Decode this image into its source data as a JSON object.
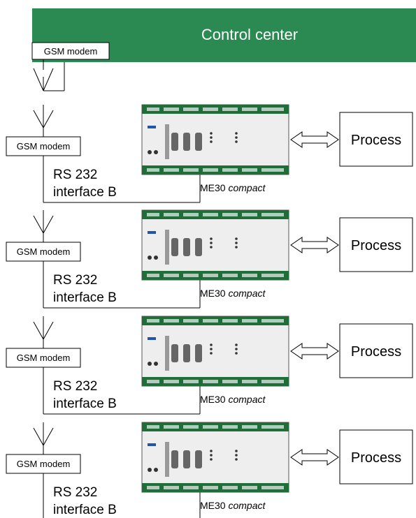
{
  "control_center": {
    "title": "Control center",
    "modem_label": "GSM modem",
    "color": "#2a8a52"
  },
  "stations": [
    {
      "modem_label": "GSM modem",
      "interface_line1": "RS 232",
      "interface_line2": "interface B",
      "device_name": "ME30",
      "device_suffix": "compact",
      "process_label": "Process"
    },
    {
      "modem_label": "GSM modem",
      "interface_line1": "RS 232",
      "interface_line2": "interface B",
      "device_name": "ME30",
      "device_suffix": "compact",
      "process_label": "Process"
    },
    {
      "modem_label": "GSM modem",
      "interface_line1": "RS 232",
      "interface_line2": "interface B",
      "device_name": "ME30",
      "device_suffix": "compact",
      "process_label": "Process"
    },
    {
      "modem_label": "GSM modem",
      "interface_line1": "RS 232",
      "interface_line2": "interface B",
      "device_name": "ME30",
      "device_suffix": "compact",
      "process_label": "Process"
    }
  ],
  "device_colors": {
    "terminal": "#1f6e3a",
    "body": "#eeeeee",
    "logo": "#2255aa"
  }
}
